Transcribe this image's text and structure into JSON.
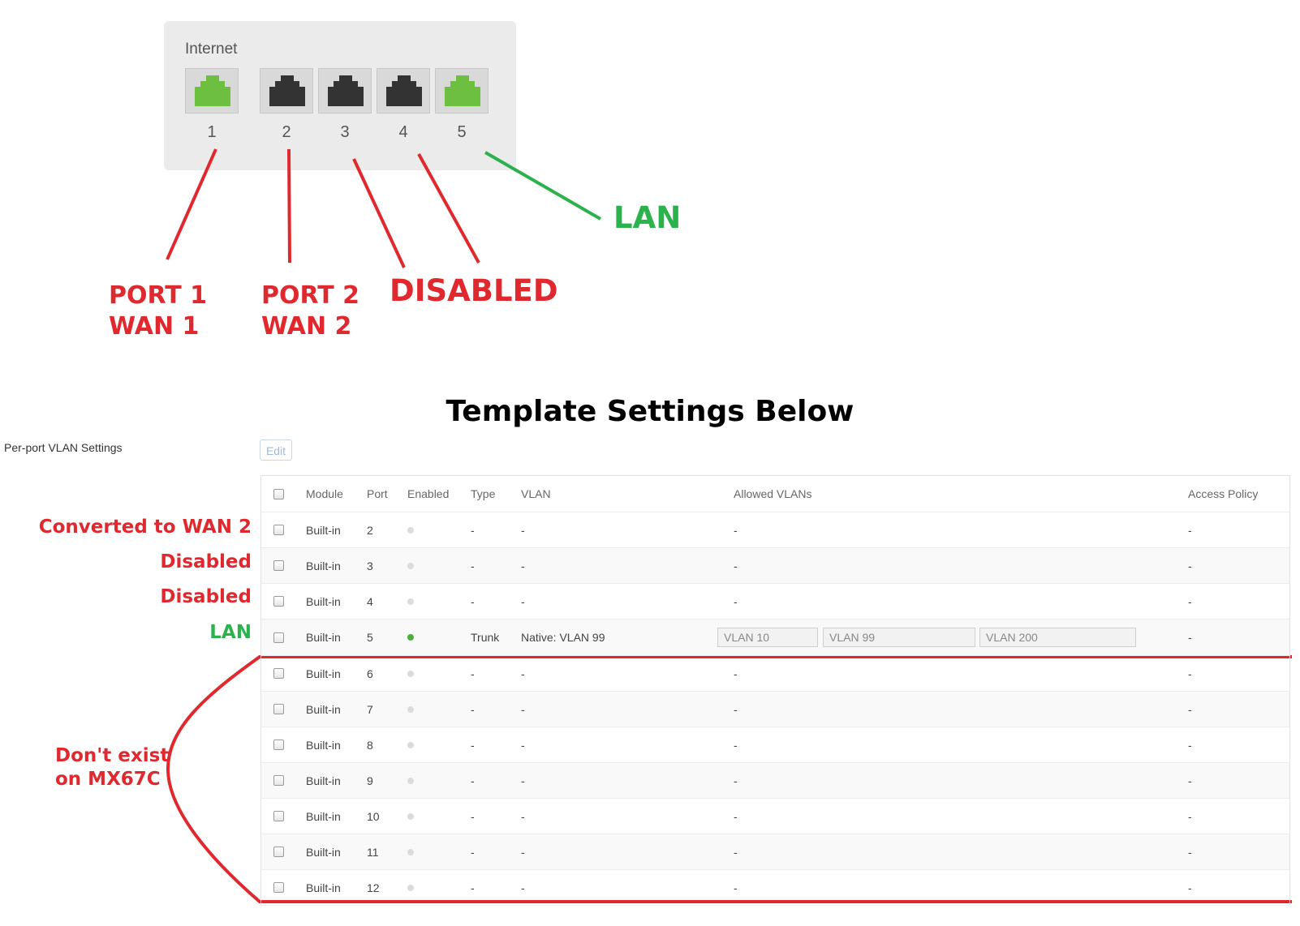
{
  "device_panel": {
    "label": "Internet",
    "ports": [
      {
        "number": "1",
        "status": "green"
      },
      {
        "number": "2",
        "status": "dark"
      },
      {
        "number": "3",
        "status": "dark"
      },
      {
        "number": "4",
        "status": "dark"
      },
      {
        "number": "5",
        "status": "green"
      }
    ]
  },
  "annotations": {
    "port1_line1": "PORT 1",
    "port1_line2": "WAN 1",
    "port2_line1": "PORT 2",
    "port2_line2": "WAN 2",
    "disabled": "DISABLED",
    "lan": "LAN",
    "row_converted": "Converted to WAN 2",
    "row_disabled_1": "Disabled",
    "row_disabled_2": "Disabled",
    "row_lan": "LAN",
    "dont_exist_line1": "Don't exist",
    "dont_exist_line2": "on MX67C"
  },
  "heading": "Template Settings Below",
  "section": {
    "label": "Per-port VLAN Settings",
    "edit_label": "Edit"
  },
  "table": {
    "headers": {
      "module": "Module",
      "port": "Port",
      "enabled": "Enabled",
      "type": "Type",
      "vlan": "VLAN",
      "allowed_vlans": "Allowed VLANs",
      "access_policy": "Access Policy"
    },
    "rows": [
      {
        "module": "Built-in",
        "port": "2",
        "enabled": false,
        "type": "-",
        "vlan": "-",
        "allowed": "-",
        "access_policy": "-"
      },
      {
        "module": "Built-in",
        "port": "3",
        "enabled": false,
        "type": "-",
        "vlan": "-",
        "allowed": "-",
        "access_policy": "-"
      },
      {
        "module": "Built-in",
        "port": "4",
        "enabled": false,
        "type": "-",
        "vlan": "-",
        "allowed": "-",
        "access_policy": "-"
      },
      {
        "module": "Built-in",
        "port": "5",
        "enabled": true,
        "type": "Trunk",
        "vlan": "Native: VLAN 99",
        "allowed_tags": [
          "VLAN 10",
          "VLAN 99",
          "VLAN 200"
        ],
        "access_policy": "-"
      },
      {
        "module": "Built-in",
        "port": "6",
        "enabled": false,
        "type": "-",
        "vlan": "-",
        "allowed": "-",
        "access_policy": "-"
      },
      {
        "module": "Built-in",
        "port": "7",
        "enabled": false,
        "type": "-",
        "vlan": "-",
        "allowed": "-",
        "access_policy": "-"
      },
      {
        "module": "Built-in",
        "port": "8",
        "enabled": false,
        "type": "-",
        "vlan": "-",
        "allowed": "-",
        "access_policy": "-"
      },
      {
        "module": "Built-in",
        "port": "9",
        "enabled": false,
        "type": "-",
        "vlan": "-",
        "allowed": "-",
        "access_policy": "-"
      },
      {
        "module": "Built-in",
        "port": "10",
        "enabled": false,
        "type": "-",
        "vlan": "-",
        "allowed": "-",
        "access_policy": "-"
      },
      {
        "module": "Built-in",
        "port": "11",
        "enabled": false,
        "type": "-",
        "vlan": "-",
        "allowed": "-",
        "access_policy": "-"
      },
      {
        "module": "Built-in",
        "port": "12",
        "enabled": false,
        "type": "-",
        "vlan": "-",
        "allowed": "-",
        "access_policy": "-"
      }
    ]
  },
  "colors": {
    "annotation_red": "#e0282f",
    "annotation_green": "#2bb24c",
    "port_active": "#6cbf3f",
    "port_inactive": "#333333",
    "enabled_dot": "#4caf3a"
  }
}
